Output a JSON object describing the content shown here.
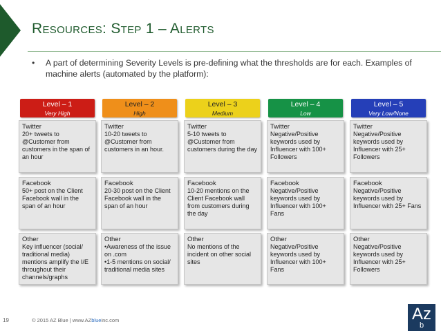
{
  "slide": {
    "title": "Resources: Step 1 – Alerts",
    "bullet_symbol": "•",
    "bullet_text": "A part of determining Severity Levels is pre-defining what the thresholds are for each. Examples of machine alerts (automated by the platform):"
  },
  "levels": [
    {
      "name": "Level – 1",
      "sub": "Very High",
      "color": "#cc1d16",
      "text_color": "#ffffff"
    },
    {
      "name": "Level – 2",
      "sub": "High",
      "color": "#ef8f1a",
      "text_color": "#222222"
    },
    {
      "name": "Level – 3",
      "sub": "Medium",
      "color": "#ecd11b",
      "text_color": "#222222"
    },
    {
      "name": "Level – 4",
      "sub": "Low",
      "color": "#169246",
      "text_color": "#ffffff"
    },
    {
      "name": "Level – 5",
      "sub": "Very Low/None",
      "color": "#253fb8",
      "text_color": "#ffffff"
    }
  ],
  "rows": [
    {
      "cells": [
        {
          "head": "Twitter",
          "lines": [
            "20+ tweets to @Customer from customers in the span of an hour"
          ]
        },
        {
          "head": "Twitter",
          "lines": [
            "10-20 tweets to @Customer from customers in an hour."
          ]
        },
        {
          "head": "Twitter",
          "lines": [
            "5-10 tweets to @Customer from customers during the day"
          ]
        },
        {
          "head": "Twitter",
          "lines": [
            "Negative/Positive keywords used by Influencer with 100+ Followers"
          ]
        },
        {
          "head": "Twitter",
          "lines": [
            "Negative/Positive keywords used by Influencer with 25+ Followers"
          ]
        }
      ]
    },
    {
      "cells": [
        {
          "head": "Facebook",
          "lines": [
            "50+ post on the Client Facebook wall in the span of an hour"
          ]
        },
        {
          "head": "Facebook",
          "lines": [
            "20-30 post on the Client Facebook wall in the span of an hour"
          ]
        },
        {
          "head": "Facebook",
          "lines": [
            "10-20 mentions on the Client Facebook wall from customers during the day"
          ]
        },
        {
          "head": "Facebook",
          "lines": [
            "Negative/Positive keywords used by Influencer with 100+ Fans"
          ]
        },
        {
          "head": "Facebook",
          "lines": [
            "Negative/Positive keywords used by Influencer with 25+ Fans"
          ]
        }
      ]
    },
    {
      "cells": [
        {
          "head": "Other",
          "lines": [
            "Key influencer (social/ traditional media) mentions amplify the I/E throughout their channels/graphs"
          ]
        },
        {
          "head": "Other",
          "lines": [
            "•Awareness of the issue on .com",
            "•1-5 mentions on social/ traditional media sites"
          ]
        },
        {
          "head": "Other",
          "lines": [
            "No mentions of the incident on other social sites"
          ]
        },
        {
          "head": "Other",
          "lines": [
            "Negative/Positive keywords used by Influencer with 100+ Fans"
          ]
        },
        {
          "head": "Other",
          "lines": [
            "Negative/Positive keywords used by Influencer with 25+ Followers"
          ]
        }
      ]
    }
  ],
  "footer": {
    "page_number": "19",
    "copyright": "© 2015 AZ Blue | www.AZ",
    "copyright_blue": "blue",
    "copyright_end": "inc.com",
    "logo_text": "Az",
    "logo_sub": "b"
  }
}
